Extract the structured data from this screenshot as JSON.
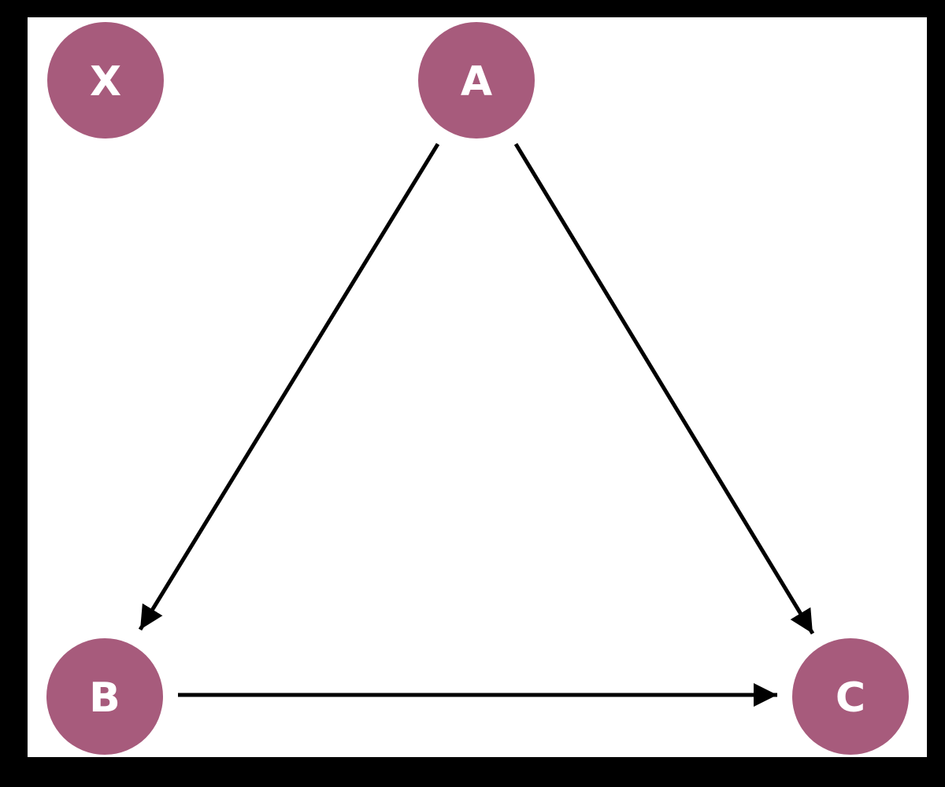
{
  "diagram": {
    "type": "directed-graph",
    "nodes": [
      {
        "id": "X",
        "label": "X"
      },
      {
        "id": "A",
        "label": "A"
      },
      {
        "id": "B",
        "label": "B"
      },
      {
        "id": "C",
        "label": "C"
      }
    ],
    "edges": [
      {
        "from": "A",
        "to": "B"
      },
      {
        "from": "A",
        "to": "C"
      },
      {
        "from": "B",
        "to": "C"
      }
    ],
    "colors": {
      "frame": "#000000",
      "background": "#FFFFFF",
      "node_fill": "#A75B7C",
      "node_label": "#FFFFFF",
      "edge": "#000000"
    }
  }
}
